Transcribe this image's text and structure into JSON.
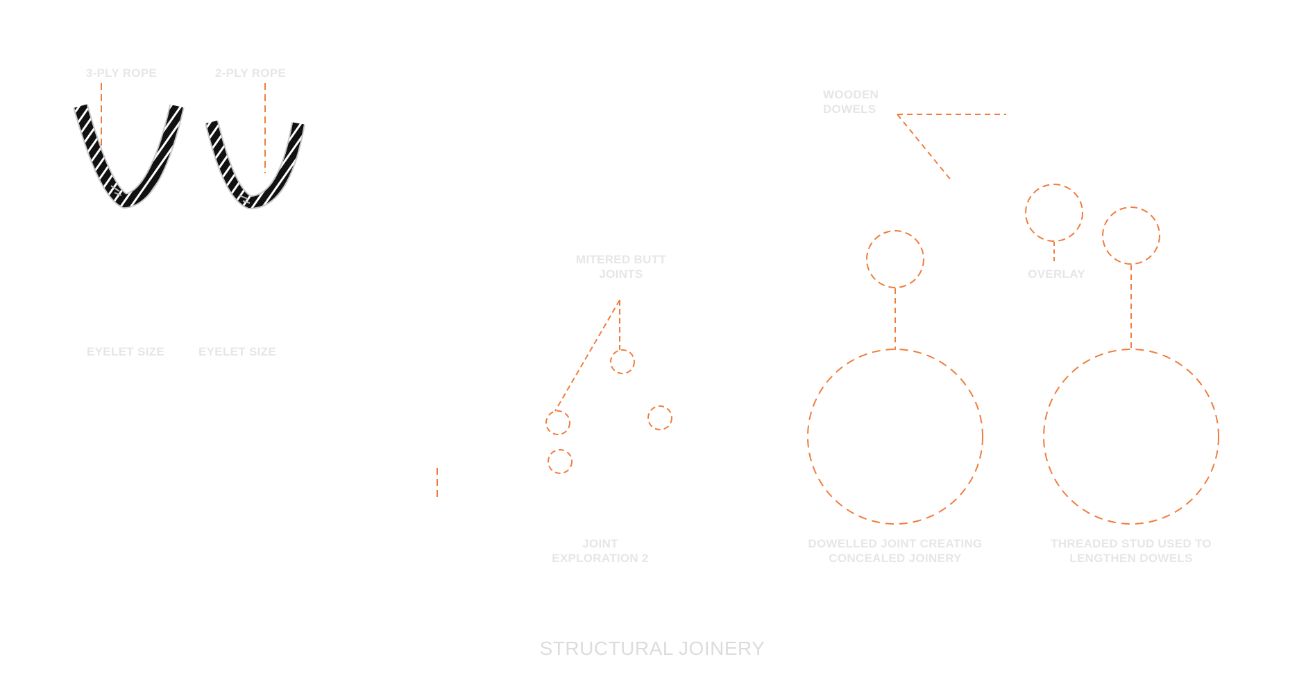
{
  "labels": {
    "three_ply_rope": "3-PLY ROPE",
    "two_ply_rope": "2-PLY ROPE",
    "eyelet_size_1": "EYELET SIZE",
    "eyelet_size_2": "EYELET SIZE",
    "wooden_dowels": "WOODEN\nDOWELS",
    "mitered_butt_joints": "MITERED BUTT\nJOINTS",
    "overlay": "OVERLAY",
    "joint_exploration_2": "JOINT\nEXPLORATION 2",
    "dowelled_joint": "DOWELLED JOINT CREATING\nCONCEALED JOINERY",
    "threaded_stud": "THREADED STUD USED TO\nLENGTHEN DOWELS"
  },
  "footer": {
    "title": "STRUCTURAL JOINERY"
  },
  "colors": {
    "accent": "#f07c3c",
    "label_text": "#e6e6e6",
    "rope": "#111111",
    "background": "#ffffff"
  },
  "icons": [
    "three-ply-rope-icon",
    "two-ply-rope-icon"
  ]
}
